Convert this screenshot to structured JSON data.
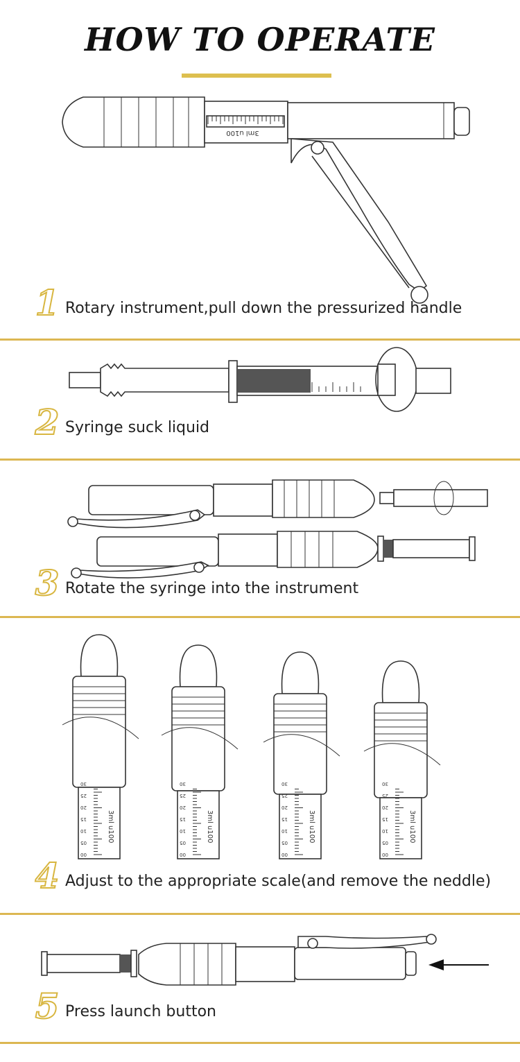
{
  "title": "HOW TO OPERATE",
  "accent_color": "#dcb752",
  "syringe_scale": {
    "label": "3ml u100",
    "ticks": [
      "30",
      "25",
      "20",
      "15",
      "10",
      "05",
      "00"
    ]
  },
  "steps": [
    {
      "number": "1",
      "text": "Rotary instrument,pull down the pressurized handle"
    },
    {
      "number": "2",
      "text": "Syringe suck liquid"
    },
    {
      "number": "3",
      "text": "Rotate the syringe into the instrument"
    },
    {
      "number": "4",
      "text": "Adjust to the appropriate scale(and remove the neddle)"
    },
    {
      "number": "5",
      "text": "Press launch button"
    }
  ]
}
